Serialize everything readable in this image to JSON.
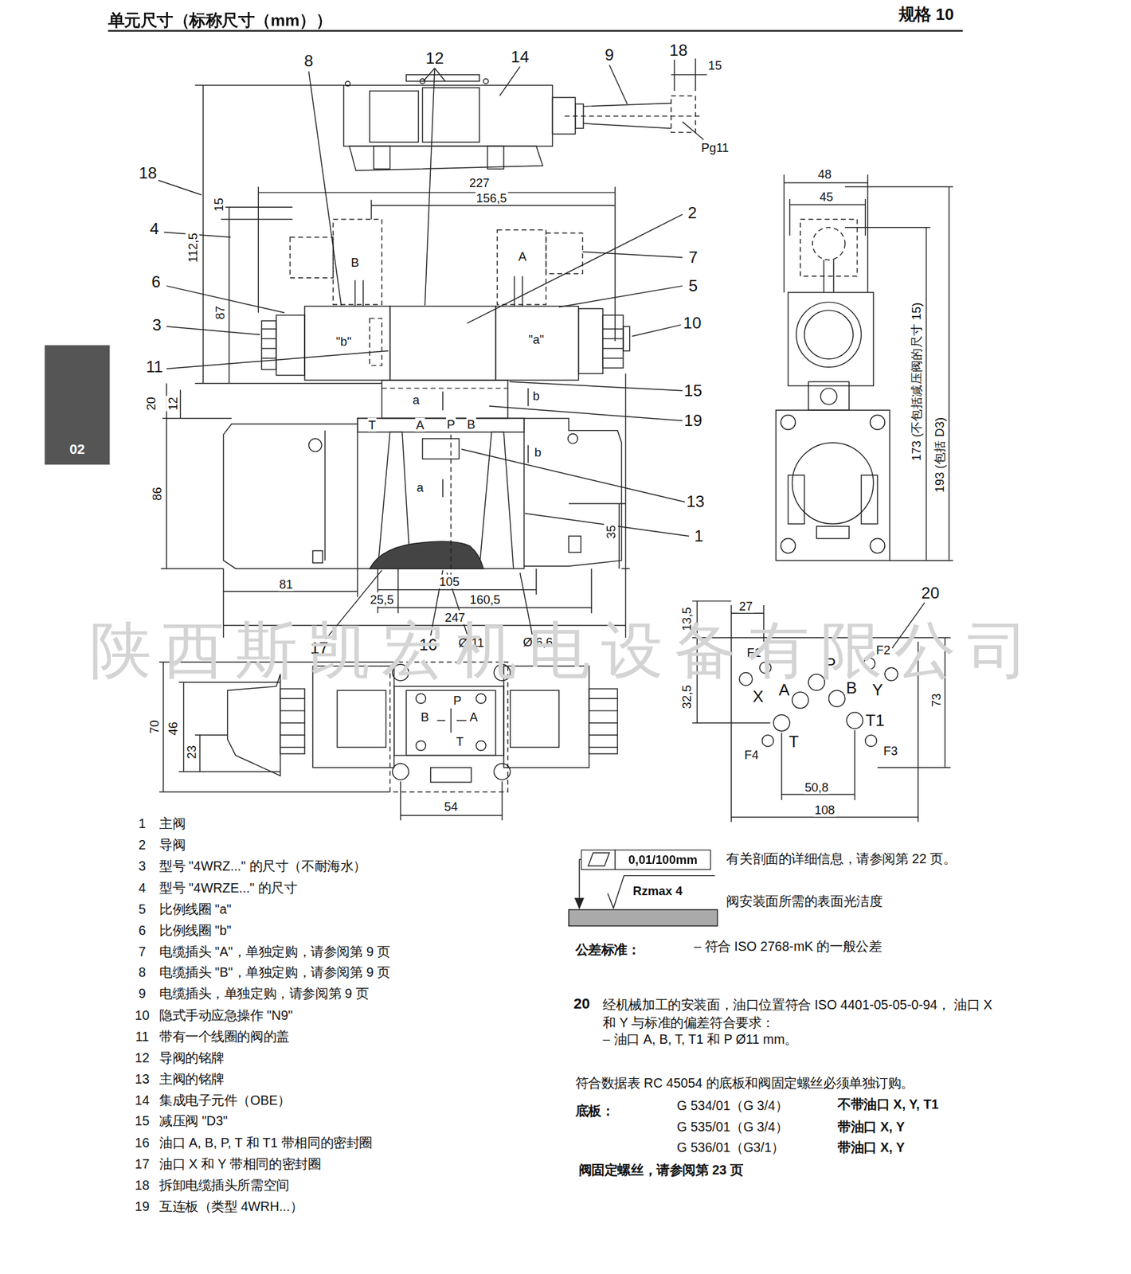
{
  "diagram": {
    "title": "单元尺寸（标称尺寸（mm））",
    "nodes": [
      {
        "text": [
          "02"
        ]
      },
      {
        "text": [
          "0,01/100mm"
        ]
      }
    ],
    "labels": [
      "规格 10",
      "8",
      "12",
      "14",
      "9",
      "18",
      "15",
      "Pg11",
      "18",
      "4",
      "6",
      "3",
      "11",
      "112,5",
      "15",
      "87",
      "227",
      "156,5",
      "2",
      "7",
      "5",
      "10",
      "B",
      "A",
      "\"b\"",
      "\"a\"",
      "15",
      "19",
      "20",
      "12",
      "a",
      "b",
      "T",
      "A",
      "P",
      "B",
      "b",
      "a",
      "86",
      "13",
      "1",
      "35",
      "81",
      "105",
      "25,5",
      "160,5",
      "247",
      "17",
      "16",
      "Ø 11",
      "Ø 6,6",
      "70",
      "46",
      "23",
      "P",
      "B",
      "A",
      "T",
      "54",
      "48",
      "45",
      "173 (不包括减压阀的尺寸 15)",
      "193 (包括 D3)",
      "20",
      "13,5",
      "27",
      "F1",
      "F2",
      "P",
      "X",
      "A",
      "B",
      "Y",
      "32,5",
      "73",
      "T1",
      "T",
      "F4",
      "F3",
      "50,8",
      "108",
      "1",
      "主阀",
      "2",
      "导阀",
      "3",
      "型号 \"4WRZ...\" 的尺寸（不耐海水）",
      "4",
      "型号 \"4WRZE...\" 的尺寸",
      "5",
      "比例线圈 \"a\"",
      "6",
      "比例线圈 \"b\"",
      "7",
      "电缆插头 \"A\"，单独定购，请参阅第 9 页",
      "8",
      "电缆插头 \"B\"，单独定购，请参阅第 9 页",
      "9",
      "电缆插头，单独定购，请参阅第 9 页",
      "10",
      "隐式手动应急操作 \"N9\"",
      "11",
      "带有一个线圈的阀的盖",
      "12",
      "导阀的铭牌",
      "13",
      "主阀的铭牌",
      "14",
      "集成电子元件（OBE）",
      "15",
      "减压阀 \"D3\"",
      "16",
      "油口 A, B, P, T 和 T1 带相同的密封圈",
      "17",
      "油口 X 和 Y 带相同的密封圈",
      "18",
      "拆卸电缆插头所需空间",
      "19",
      "互连板（类型 4WRH...）",
      "有关剖面的详细信息，请参阅第 22 页。",
      "Rzmax 4",
      "阀安装面所需的表面光洁度",
      "公差标准：",
      "– 符合 ISO 2768-mK 的一般公差",
      "20",
      "经机械加工的安装面，油口位置符合 ISO 4401-05-05-0-94， 油口 X 和 Y 与标准的偏差符合要求：",
      "– 油口 A, B, T, T1 和 P Ø11 mm。",
      "符合数据表 RC 45054 的底板和阀固定螺丝必须单独订购。",
      "底板：",
      "G 534/01（G 3/4）",
      "不带油口 X, Y, T1",
      "G 535/01（G 3/4）",
      "带油口 X, Y",
      "G 536/01（G3/1）",
      "带油口 X, Y",
      "阀固定螺丝，请参阅第 23 页",
      "陕西斯凯宏机电设备有限公司"
    ]
  }
}
